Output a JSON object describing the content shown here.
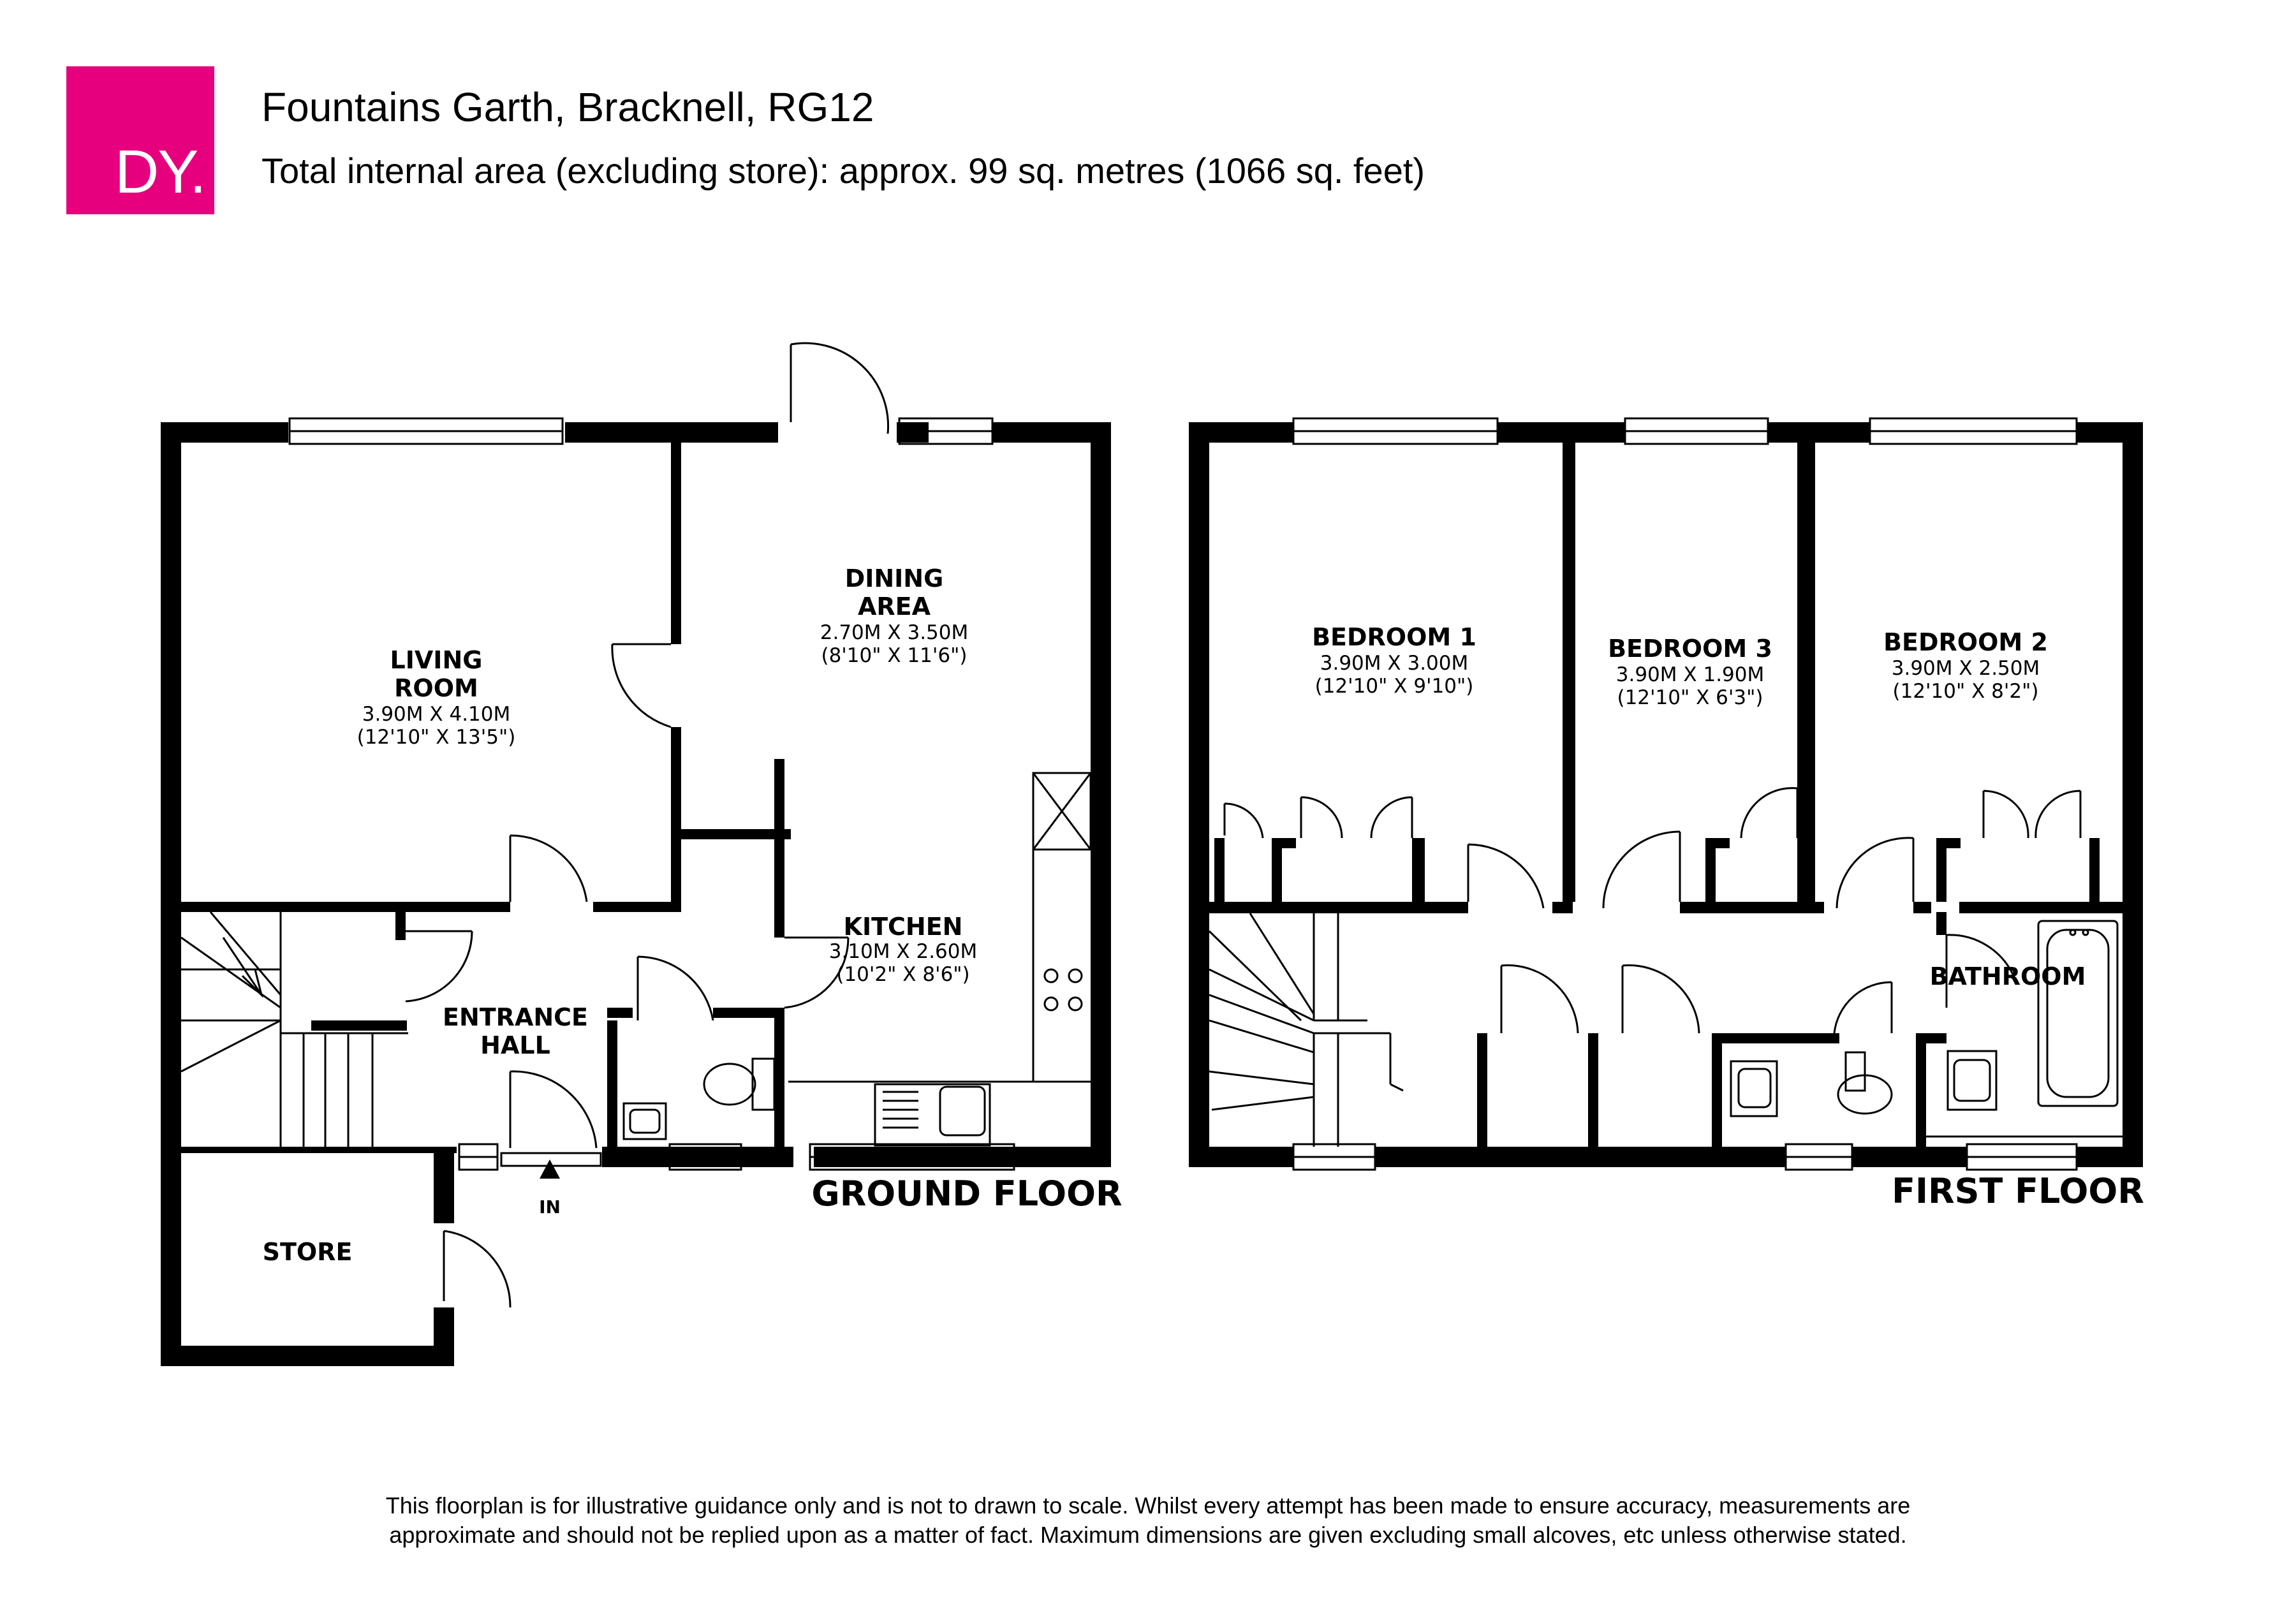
{
  "brand": {
    "logo_text": "DY.",
    "color": "#e6007e"
  },
  "header": {
    "title": "Fountains Garth, Bracknell, RG12",
    "subtitle": "Total internal area (excluding store): approx. 99 sq. metres (1066 sq. feet)"
  },
  "ground_floor": {
    "label": "GROUND FLOOR",
    "entrance_marker": "IN",
    "rooms": {
      "living_room": {
        "name_line1": "LIVING",
        "name_line2": "ROOM",
        "dims_metric": "3.90M X 4.10M",
        "dims_imperial": "(12'10\" X 13'5\")"
      },
      "dining_area": {
        "name_line1": "DINING",
        "name_line2": "AREA",
        "dims_metric": "2.70M X 3.50M",
        "dims_imperial": "(8'10\" X 11'6\")"
      },
      "kitchen": {
        "name": "KITCHEN",
        "dims_metric": "3.10M X 2.60M",
        "dims_imperial": "(10'2\" X 8'6\")"
      },
      "entrance_hall": {
        "name_line1": "ENTRANCE",
        "name_line2": "HALL"
      },
      "store": {
        "name": "STORE"
      }
    }
  },
  "first_floor": {
    "label": "FIRST FLOOR",
    "rooms": {
      "bedroom_1": {
        "name": "BEDROOM 1",
        "dims_metric": "3.90M X 3.00M",
        "dims_imperial": "(12'10\" X 9'10\")"
      },
      "bedroom_3": {
        "name": "BEDROOM 3",
        "dims_metric": "3.90M X 1.90M",
        "dims_imperial": "(12'10\" X 6'3\")"
      },
      "bedroom_2": {
        "name": "BEDROOM 2",
        "dims_metric": "3.90M X 2.50M",
        "dims_imperial": "(12'10\" X 8'2\")"
      },
      "bathroom": {
        "name": "BATHROOM"
      }
    }
  },
  "disclaimer": {
    "line1": "This floorplan is for illustrative guidance only and is not to drawn to scale. Whilst every attempt has been made to ensure accuracy, measurements are",
    "line2": "approximate and should not be replied upon as a matter of fact. Maximum dimensions are given excluding small alcoves, etc unless otherwise stated."
  }
}
